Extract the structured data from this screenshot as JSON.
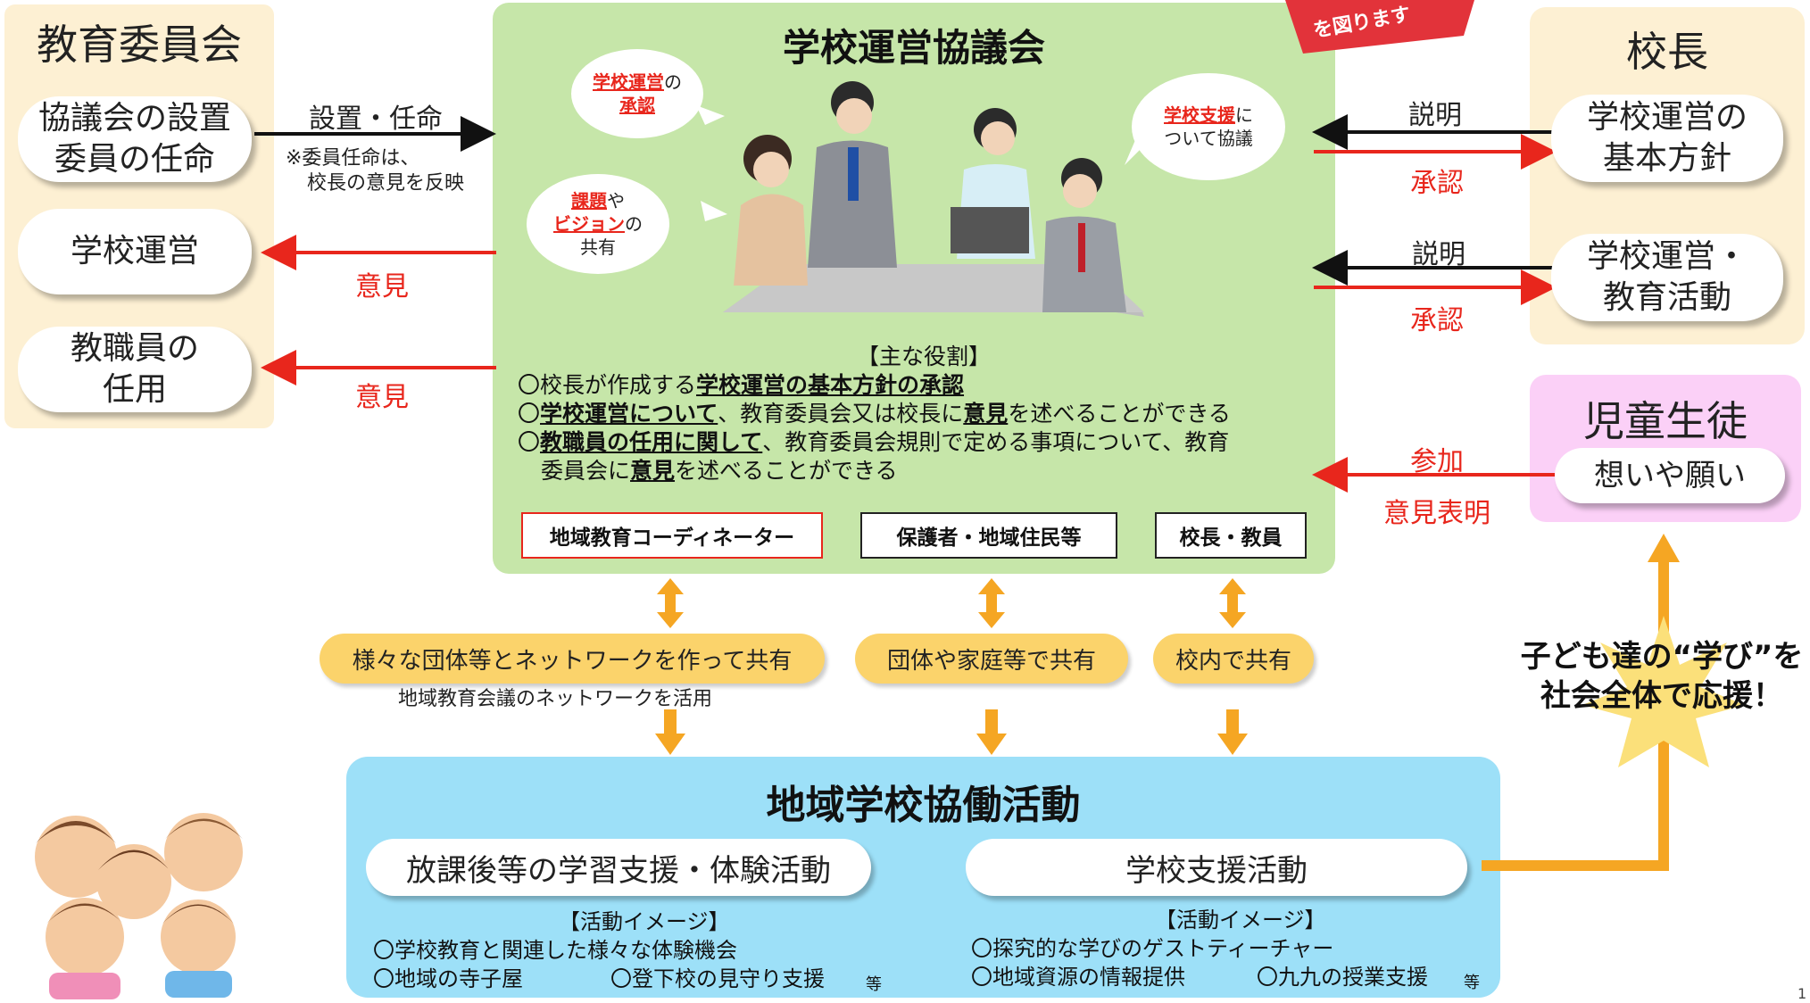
{
  "board": {
    "title": "教育委員会",
    "items": [
      {
        "line1": "協議会の設置",
        "line2": "委員の任命"
      },
      {
        "line1": "学校運営",
        "line2": ""
      },
      {
        "line1": "教職員の",
        "line2": "任用"
      }
    ],
    "link_appoint": "設置・任命",
    "appoint_note1": "※委員任命は、",
    "appoint_note2": "校長の意見を反映",
    "opinion1": "意見",
    "opinion2": "意見"
  },
  "council": {
    "title": "学校運営協議会",
    "banner": "を図ります",
    "bubble_approval": {
      "em": "学校運営",
      "mid": "の",
      "em2": "承認"
    },
    "bubble_support": {
      "em": "学校支援",
      "mid": "に",
      "rest": "ついて協議"
    },
    "bubble_vision": {
      "em1": "課題",
      "mid1": "や",
      "em2": "ビジョン",
      "mid2": "の",
      "rest": "共有"
    },
    "roles_heading": "【主な役割】",
    "role1": {
      "pre": "〇校長が作成する",
      "em": "学校運営の基本方針の承認"
    },
    "role2": {
      "pre": "〇",
      "em": "学校運営について",
      "mid": "、教育委員会又は校長に",
      "em2": "意見",
      "post": "を述べることができる"
    },
    "role3": {
      "pre": "〇",
      "em": "教職員の任用に関して",
      "mid": "、教育委員会規則で定める事項について、教育"
    },
    "role3b": {
      "pre": "委員会に",
      "em": "意見",
      "post": "を述べることができる"
    },
    "members": [
      "地域教育コーディネーター",
      "保護者・地域住民等",
      "校長・教員"
    ]
  },
  "principal": {
    "title": "校長",
    "items": [
      {
        "line1": "学校運営の",
        "line2": "基本方針"
      },
      {
        "line1": "学校運営・",
        "line2": "教育活動"
      }
    ],
    "explain1": "説明",
    "approve1": "承認",
    "explain2": "説明",
    "approve2": "承認"
  },
  "students": {
    "title": "児童生徒",
    "item": "想いや願い",
    "participate": "参加",
    "express": "意見表明"
  },
  "sharing": {
    "items": [
      "様々な団体等とネットワークを作って共有",
      "団体や家庭等で共有",
      "校内で共有"
    ],
    "note": "地域教育会議のネットワークを活用"
  },
  "activity": {
    "title": "地域学校協働活動",
    "left": {
      "title": "放課後等の学習支援・体験活動",
      "heading": "【活動イメージ】",
      "line1": "〇学校教育と関連した様々な体験機会",
      "line2a": "〇地域の寺子屋",
      "line2b": "〇登下校の見守り支援",
      "etc": "等"
    },
    "right": {
      "title": "学校支援活動",
      "heading": "【活動イメージ】",
      "line1": "〇探究的な学びのゲストティーチャー",
      "line2a": "〇地域資源の情報提供",
      "line2b": "〇九九の授業支援",
      "etc": "等"
    }
  },
  "slogan": {
    "line1": "子ども達の“学び”を",
    "line2": "社会全体で応援！"
  },
  "page_number": "1",
  "colors": {
    "red": "#e8261c",
    "orange": "#f5a623",
    "council_bg": "#c6e6a9",
    "activity_bg": "#9de0f8",
    "student_bg": "#fbd0f7",
    "board_bg": "#fdf0d3"
  }
}
